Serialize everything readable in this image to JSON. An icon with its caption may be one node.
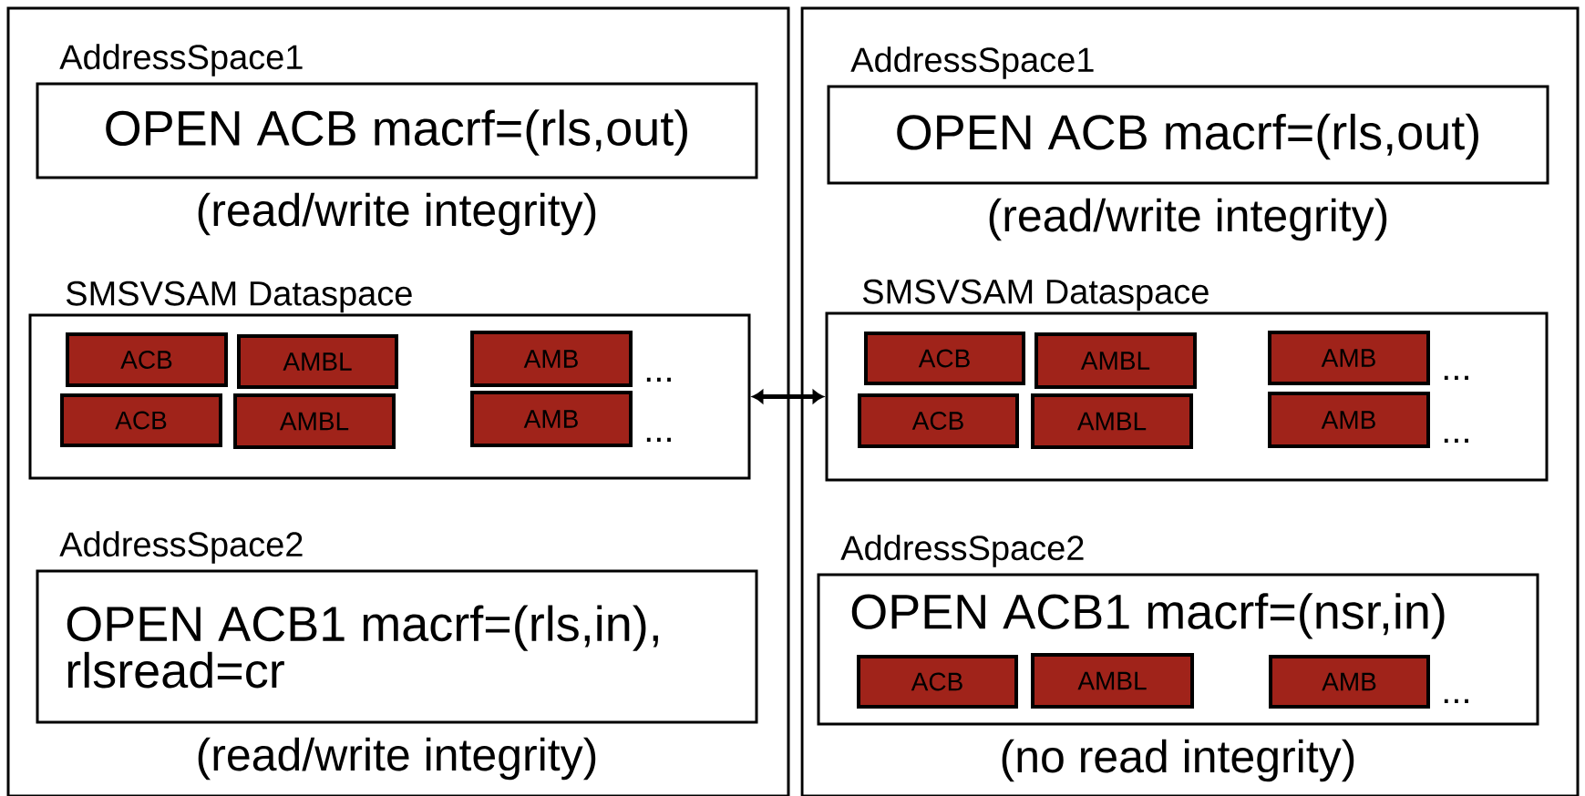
{
  "diagram": {
    "nodes": [
      {
        "text": [],
        "shape": "box"
      },
      {
        "text": [
          "AddressSpace1",
          "OPEN ACB macrf=(rls,out)"
        ],
        "in": 0,
        "beside": [
          "(read/write integrity)"
        ]
      },
      {
        "text": [
          "SMSVSAM Dataspace"
        ],
        "in": 0
      },
      {
        "text": [
          "ACB"
        ],
        "in": 2
      },
      {
        "text": [
          "AMBL"
        ],
        "in": 2
      },
      {
        "text": [
          "AMB"
        ],
        "in": 2,
        "beside": [
          "..."
        ]
      },
      {
        "text": [
          "ACB"
        ],
        "in": 2
      },
      {
        "text": [
          "AMBL"
        ],
        "in": 2
      },
      {
        "text": [
          "AMB"
        ],
        "in": 2,
        "beside": [
          "..."
        ]
      },
      {
        "text": [
          "AddressSpace2",
          "OPEN ACB1 macrf=(rls,in), rlsread=cr"
        ],
        "in": 0,
        "beside": [
          "(read/write integrity)"
        ]
      },
      {
        "text": [],
        "shape": "box"
      },
      {
        "text": [
          "AddressSpace1",
          "OPEN ACB macrf=(rls,out)"
        ],
        "in": 10,
        "beside": [
          "(read/write integrity)"
        ]
      },
      {
        "text": [
          "SMSVSAM Dataspace"
        ],
        "in": 10
      },
      {
        "text": [
          "ACB"
        ],
        "in": 12
      },
      {
        "text": [
          "AMBL"
        ],
        "in": 12
      },
      {
        "text": [
          "AMB"
        ],
        "in": 12,
        "beside": [
          "..."
        ]
      },
      {
        "text": [
          "ACB"
        ],
        "in": 12
      },
      {
        "text": [
          "AMBL"
        ],
        "in": 12
      },
      {
        "text": [
          "AMB"
        ],
        "in": 12,
        "beside": [
          "..."
        ]
      },
      {
        "text": [
          "AddressSpace2",
          "OPEN ACB1 macrf=(nsr,in)"
        ],
        "in": 10,
        "beside": [
          "(no read integrity)"
        ]
      },
      {
        "text": [
          "ACB"
        ],
        "in": 19
      },
      {
        "text": [
          "AMBL"
        ],
        "in": 19
      },
      {
        "text": [
          "AMB"
        ],
        "in": 19,
        "beside": [
          "..."
        ]
      }
    ],
    "edges": [
      {
        "from": 2,
        "to": 12,
        "arrow": "both"
      }
    ]
  }
}
